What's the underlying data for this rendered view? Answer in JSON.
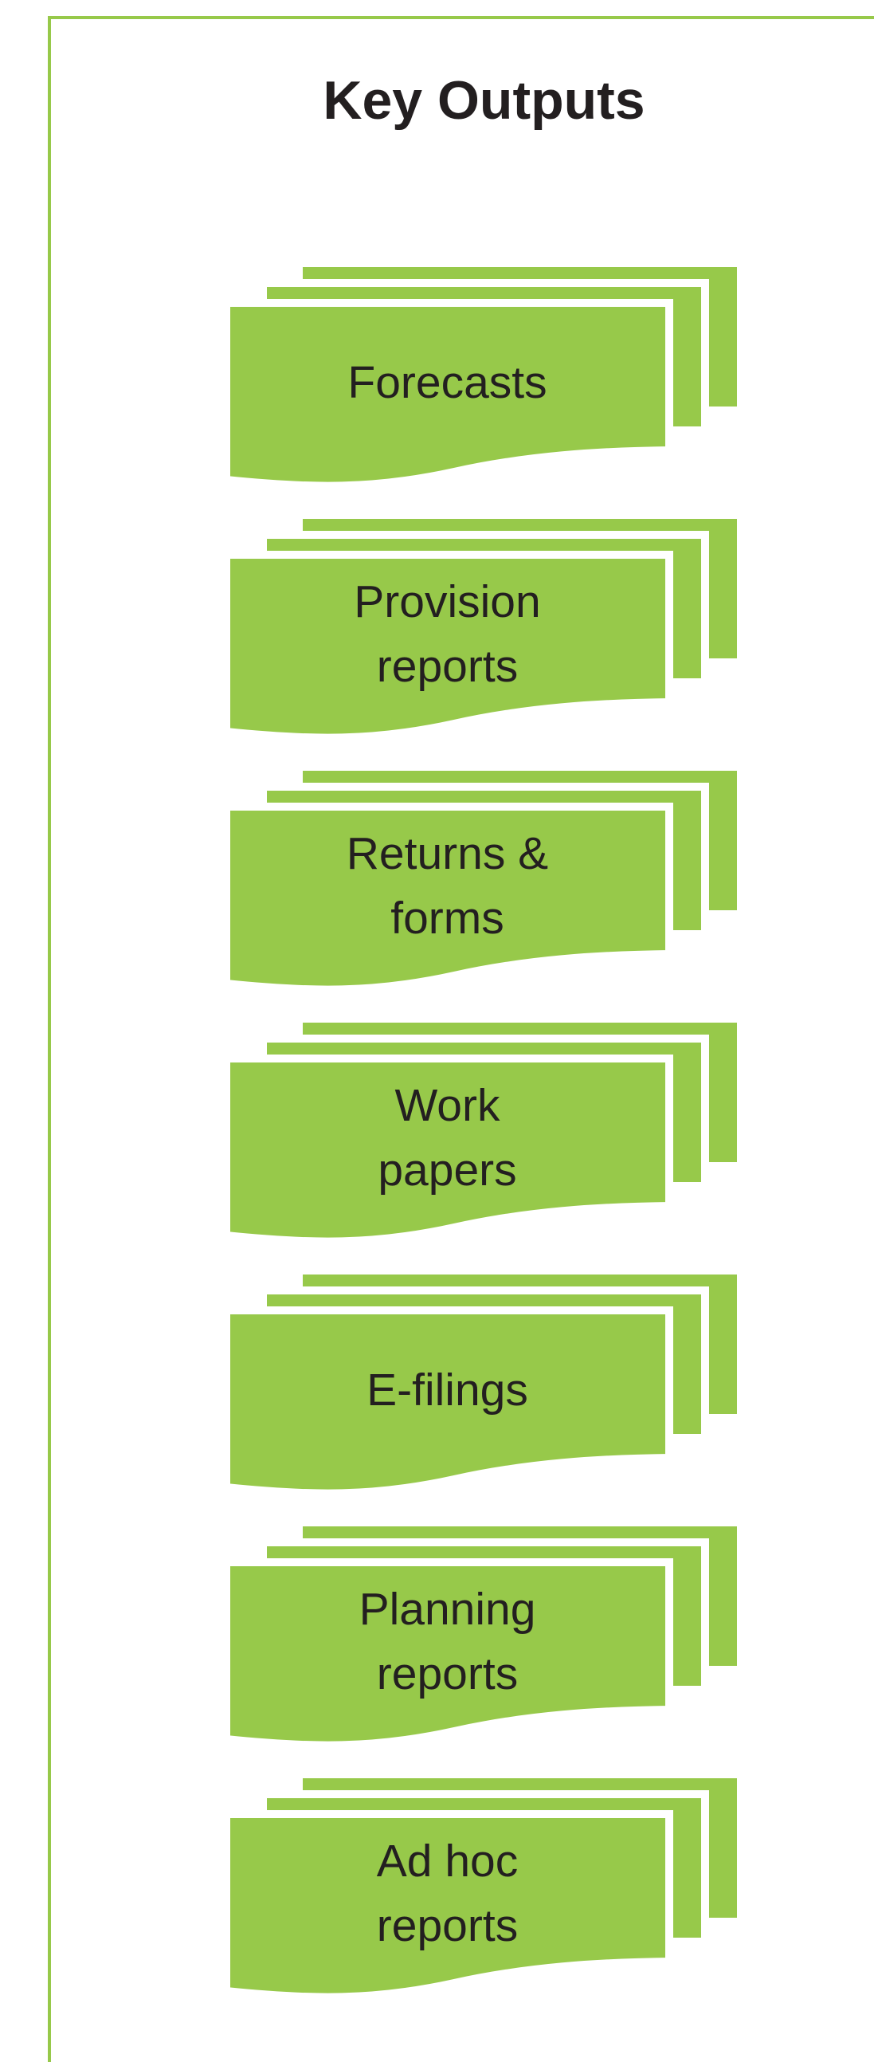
{
  "title": "Key Outputs",
  "colors": {
    "accent": "#97c94a",
    "text": "#231f20",
    "background": "#ffffff"
  },
  "outputs": [
    {
      "lines": [
        "Forecasts"
      ]
    },
    {
      "lines": [
        "Provision",
        "reports"
      ]
    },
    {
      "lines": [
        "Returns &",
        "forms"
      ]
    },
    {
      "lines": [
        "Work",
        "papers"
      ]
    },
    {
      "lines": [
        "E-filings"
      ]
    },
    {
      "lines": [
        "Planning",
        "reports"
      ]
    },
    {
      "lines": [
        "Ad hoc",
        "reports"
      ]
    }
  ]
}
